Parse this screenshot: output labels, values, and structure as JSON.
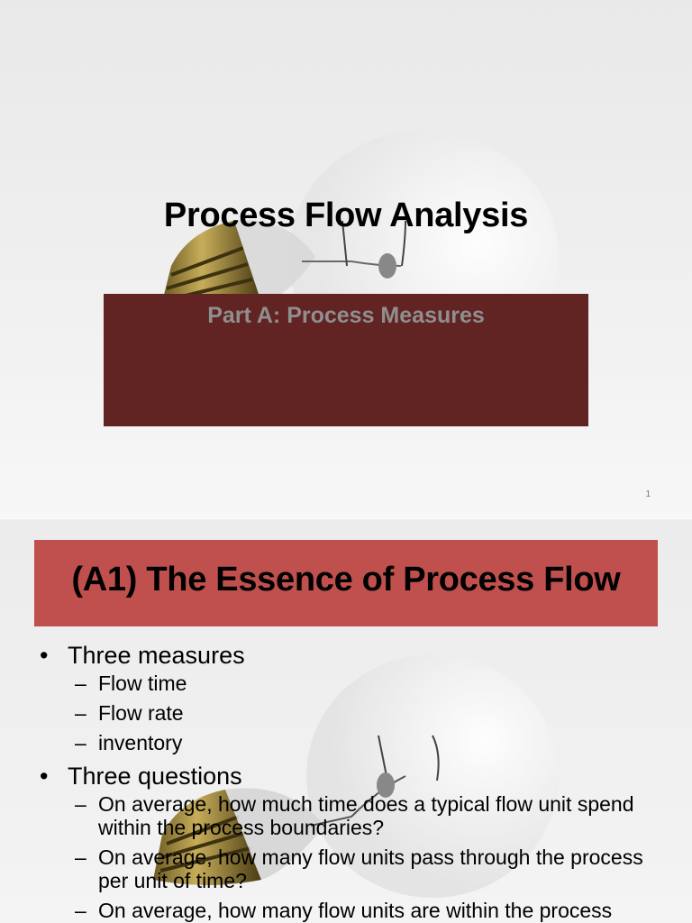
{
  "slide1": {
    "title": "Process Flow Analysis",
    "subtitle": "Part A: Process Measures",
    "slide_number": "1",
    "subtitle_box_color": "#622323",
    "background_image": "light-bulb-image"
  },
  "slide2": {
    "title": "(A1) The Essence of Process Flow",
    "title_bar_color": "#c0504d",
    "background_image": "light-bulb-image",
    "bullets": [
      {
        "text": "Three measures",
        "subs": [
          "Flow time",
          "Flow rate",
          "inventory"
        ]
      },
      {
        "text": "Three questions",
        "subs": [
          "On average, how much time does a typical flow unit spend within the process boundaries?",
          "On average, how many flow units pass through the process per unit of time?",
          "On average, how many flow units are within the process boundaries at any point in time?"
        ]
      }
    ],
    "dash": "–"
  }
}
